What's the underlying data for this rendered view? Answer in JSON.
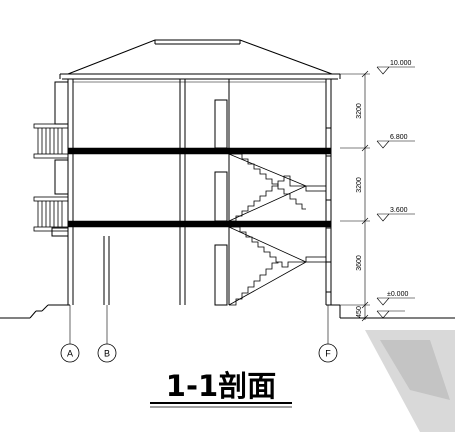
{
  "drawing": {
    "title": "1-1剖面",
    "levels": [
      "10.000",
      "6.800",
      "3.600",
      "±0.000"
    ],
    "dimensions": [
      "3200",
      "3200",
      "3600",
      "450"
    ],
    "axes": [
      "A",
      "B",
      "F"
    ]
  }
}
